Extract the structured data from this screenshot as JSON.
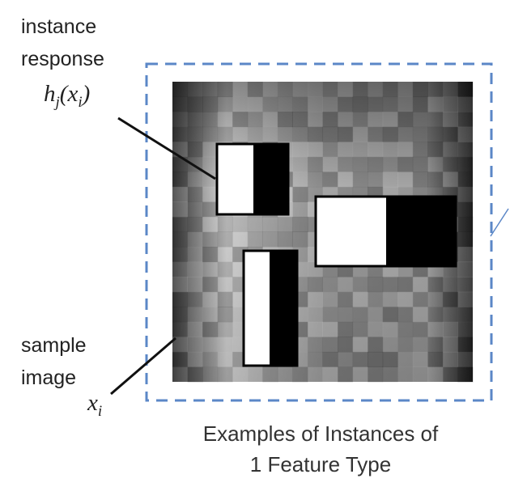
{
  "labels": {
    "instance_line1": "instance",
    "instance_line2": "response",
    "sample_line1": "sample",
    "sample_line2": "image",
    "h_symbol": "h",
    "h_sub": "j",
    "h_open": "(x",
    "h_inner_sub": "i",
    "h_close": ")",
    "x_symbol": "x",
    "x_sub": "i"
  },
  "caption": {
    "line1": "Examples of Instances of",
    "line2": "1 Feature Type"
  },
  "colors": {
    "dashed_border": "#5b87c7",
    "connector": "#111111",
    "feature_light": "#ffffff",
    "feature_dark": "#000000"
  }
}
